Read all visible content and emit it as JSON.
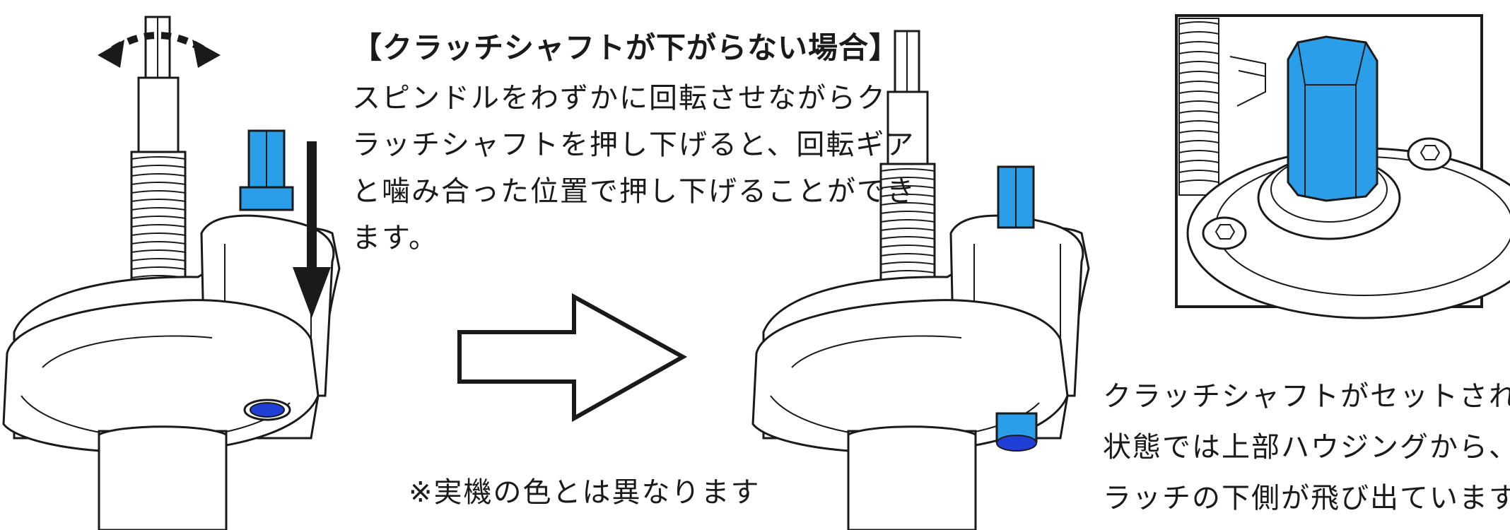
{
  "heading": "【クラッチシャフトが下がらない場合】",
  "instruction_lines": [
    "スピンドルをわずかに回転させながらク",
    "ラッチシャフトを押し下げると、回転ギア",
    "と噛み合った位置で押し下げることができ",
    "ます。"
  ],
  "note": "※実機の色とは異なります",
  "result_lines": [
    "クラッチシャフトがセットされた",
    "状態では上部ハウジングから、ク",
    "ラッチの下側が飛び出ています。"
  ],
  "colors": {
    "highlight_blue": "#2a9ee8",
    "highlight_dark_blue": "#1f3fd6",
    "line": "#1a1a1a"
  },
  "icons": {
    "rotate": "curved-double-arrow-icon",
    "push_down": "down-arrow-icon",
    "next_step": "right-arrow-icon"
  }
}
